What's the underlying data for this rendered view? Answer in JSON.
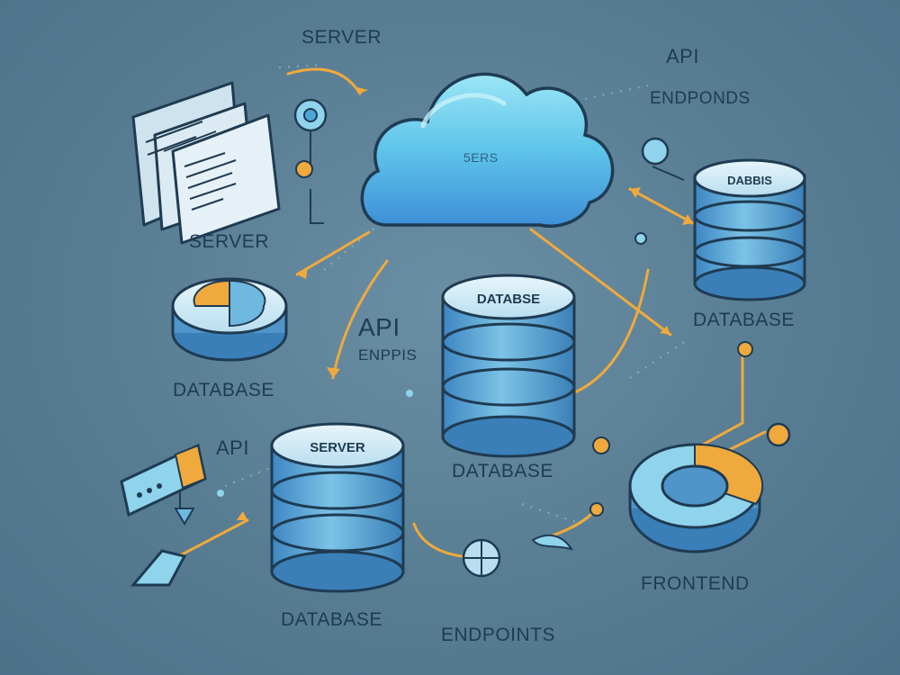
{
  "labels": {
    "server_top": "SERVER",
    "api_top": "API",
    "endpoints_top": "ENDPONDS",
    "server_left": "SERVER",
    "database_left": "DATABASE",
    "api_middle": "API",
    "endpis_middle": "ENPPIS",
    "api_bottom_left": "API",
    "database_right": "DATABASE",
    "database_center": "DATABASE",
    "database_bottom": "DATABASE",
    "endpoints_bottom": "ENDPOINTS",
    "frontend": "FRONTEND"
  },
  "cylinders": {
    "center_top": "DATABSE",
    "right_top": "DABBIS",
    "bottom_server": "SERVER"
  },
  "cloud_text": "5ERS",
  "colors": {
    "background": "#587d93",
    "line": "#1f3b52",
    "cyan_light": "#8fd3ec",
    "blue_mid": "#4ea6d6",
    "orange": "#f0a93c",
    "paper": "#d9e9f1"
  }
}
